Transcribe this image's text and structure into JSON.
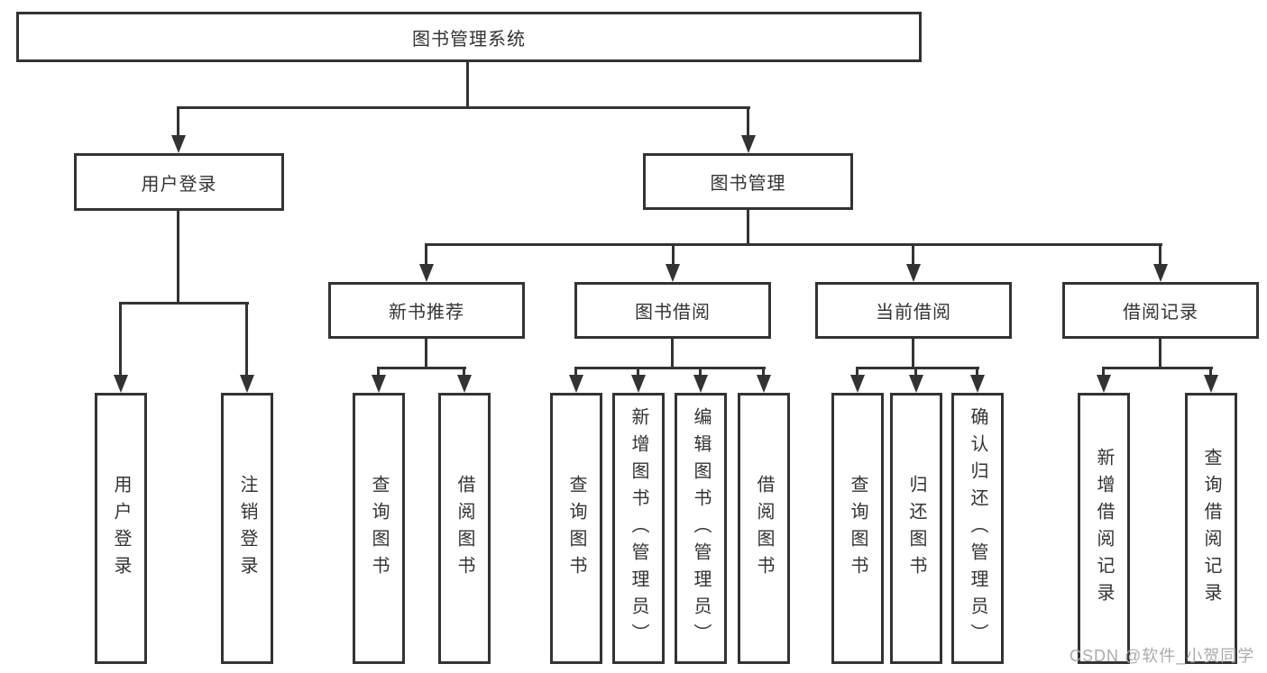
{
  "diagram_title": "图书管理系统",
  "tree": {
    "label": "图书管理系统",
    "children": [
      {
        "label": "用户登录",
        "children": [
          {
            "label": "用户登录"
          },
          {
            "label": "注销登录"
          }
        ]
      },
      {
        "label": "图书管理",
        "children": [
          {
            "label": "新书推荐",
            "children": [
              {
                "label": "查询图书"
              },
              {
                "label": "借阅图书"
              }
            ]
          },
          {
            "label": "图书借阅",
            "children": [
              {
                "label": "查询图书"
              },
              {
                "label": "新增图书（管理员）"
              },
              {
                "label": "编辑图书（管理员）"
              },
              {
                "label": "借阅图书"
              }
            ]
          },
          {
            "label": "当前借阅",
            "children": [
              {
                "label": "查询图书"
              },
              {
                "label": "归还图书"
              },
              {
                "label": "确认归还（管理员）"
              }
            ]
          },
          {
            "label": "借阅记录",
            "children": [
              {
                "label": "新增借阅记录"
              },
              {
                "label": "查询借阅记录"
              }
            ]
          }
        ]
      }
    ]
  },
  "watermark": {
    "text": "CSDN @软件_小贺同学"
  },
  "colors": {
    "line": "#333333",
    "text": "#333333",
    "watermark": "#ABABAB",
    "background": "#FFFFFF"
  }
}
